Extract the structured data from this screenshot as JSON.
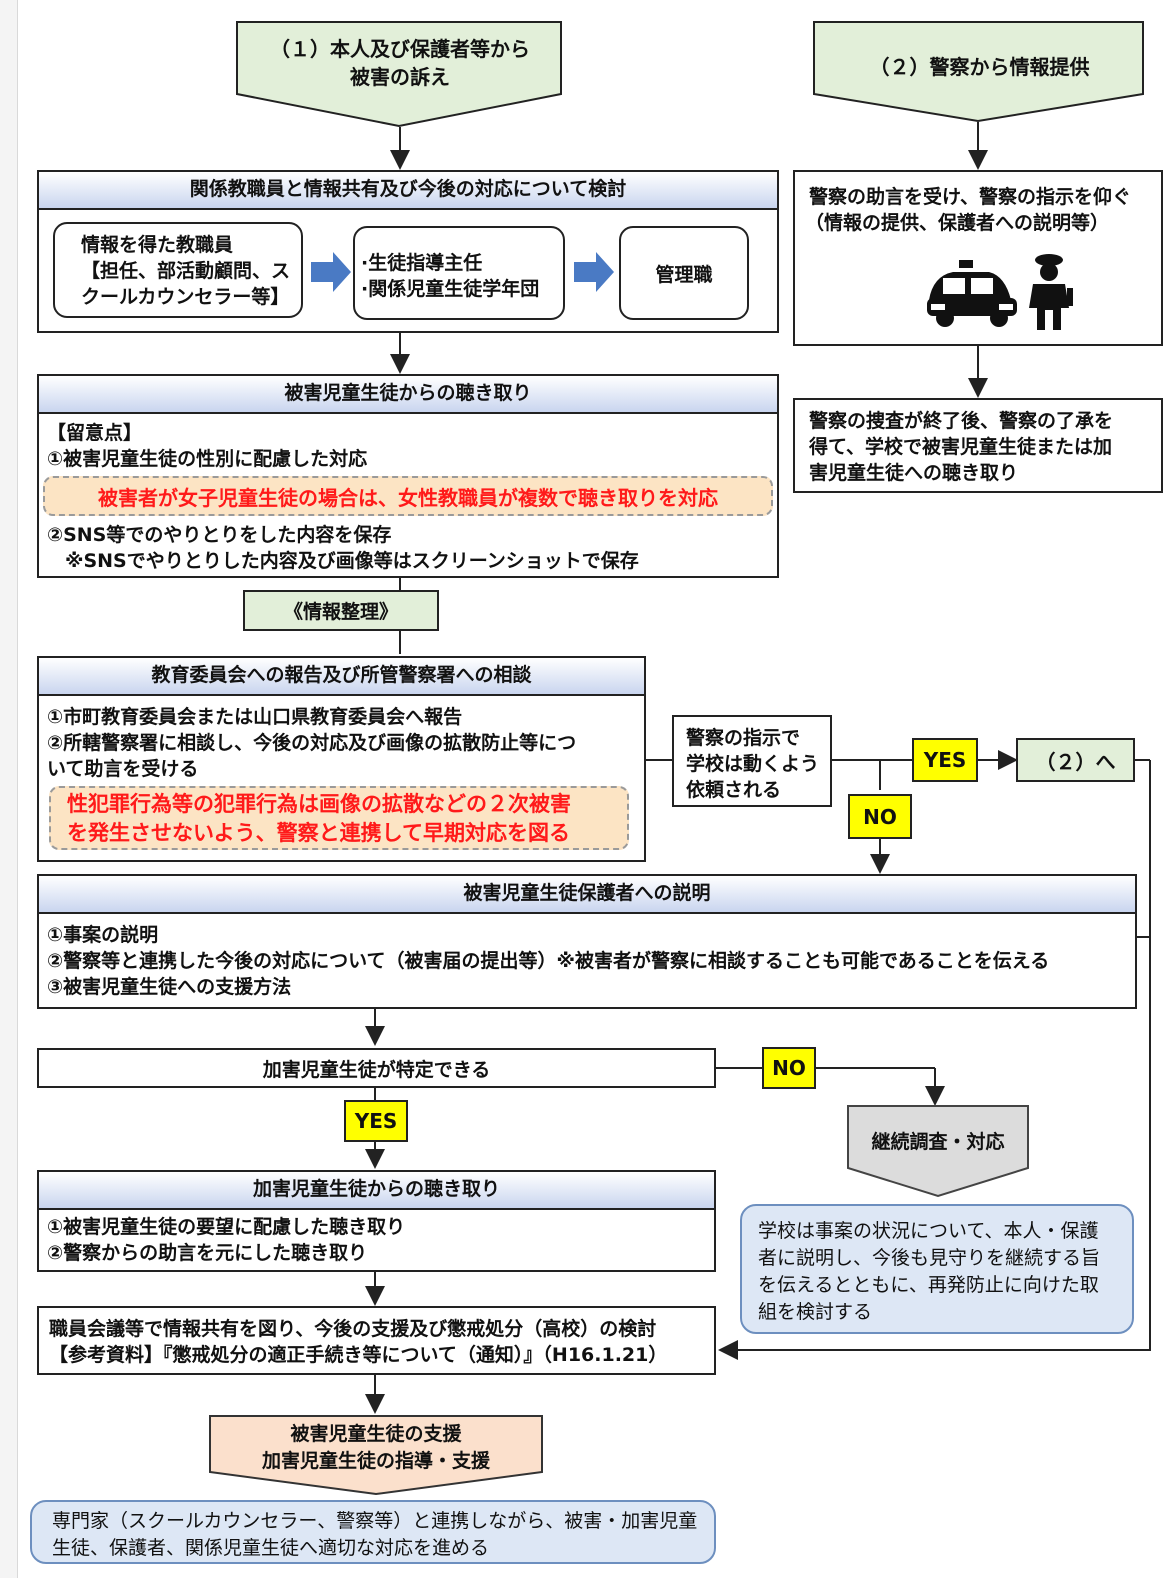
{
  "start_1": [
    "（１）本人及び保護者等から",
    "被害の訴え"
  ],
  "start_2": "（２）警察から情報提供",
  "consult": {
    "title": "関係教職員と情報共有及び今後の対応について検討",
    "box_a": [
      "情報を得た教職員",
      "【担任、部活動顧問、ス",
      "クールカウンセラー等】"
    ],
    "box_b": [
      "·生徒指導主任",
      "·関係児童生徒学年団"
    ],
    "box_c": "管理職"
  },
  "police_advice": [
    "警察の助言を受け、警察の指示を仰ぐ",
    "（情報の提供、保護者への説明等）"
  ],
  "police_after": [
    "警察の捜査が終了後、警察の了承を",
    "得て、学校で被害児童生徒または加",
    "害児童生徒への聴き取り"
  ],
  "victim_interview": {
    "title": "被害児童生徒からの聴き取り",
    "lines": [
      "【留意点】",
      "①被害児童生徒の性別に配慮した対応"
    ],
    "note": "被害者が女子児童生徒の場合は、女性教職員が複数で聴き取りを対応",
    "lines2": [
      "②SNS等でのやりとりをした内容を保存",
      "※SNSでやりとりした内容及び画像等はスクリーンショットで保存"
    ]
  },
  "info_sort": "《情報整理》",
  "report": {
    "title": "教育委員会への報告及び所管警察署への相談",
    "lines": [
      "①市町教育委員会または山口県教育委員会へ報告",
      "②所轄警察署に相談し、今後の対応及び画像の拡散防止等につ",
      "いて助言を受ける"
    ],
    "note": [
      "性犯罪行為等の犯罪行為は画像の拡散などの２次被害",
      "を発生させないよう、警察と連携して早期対応を図る"
    ]
  },
  "police_request": [
    "警察の指示で",
    "学校は動くよう",
    "依頼される"
  ],
  "yes_label": "YES",
  "no_label": "NO",
  "goto_2": "（２）へ",
  "guardian": {
    "title": "被害児童生徒保護者への説明",
    "lines": [
      "①事案の説明",
      "②警察等と連携した今後の対応について（被害届の提出等）※被害者が警察に相談することも可能であることを伝える",
      "③被害児童生徒への支援方法"
    ]
  },
  "identify": "加害児童生徒が特定できる",
  "continue": "継続調査・対応",
  "continue_note": [
    "学校は事案の状況について、本人・保護",
    "者に説明し、今後も見守りを継続する旨",
    "を伝えるとともに、再発防止に向けた取",
    "組を検討する"
  ],
  "offender_interview": {
    "title": "加害児童生徒からの聴き取り",
    "lines": [
      "①被害児童生徒の要望に配慮した聴き取り",
      "②警察からの助言を元にした聴き取り"
    ]
  },
  "staff_meeting": [
    "職員会議等で情報共有を図り、今後の支援及び懲戒処分（高校）の検討",
    "【参考資料】『懲戒処分の適正手続き等について（通知）』（H16.1.21）"
  ],
  "support": [
    "被害児童生徒の支援",
    "加害児童生徒の指導・支援"
  ],
  "footer": [
    "専門家（スクールカウンセラー、警察等）と連携しながら、被害・加害児童",
    "生徒、保護者、関係児童生徒へ適切な対応を進める"
  ],
  "icons": [
    "police-car-icon",
    "police-officer-icon",
    "block-arrow-right-icon"
  ]
}
